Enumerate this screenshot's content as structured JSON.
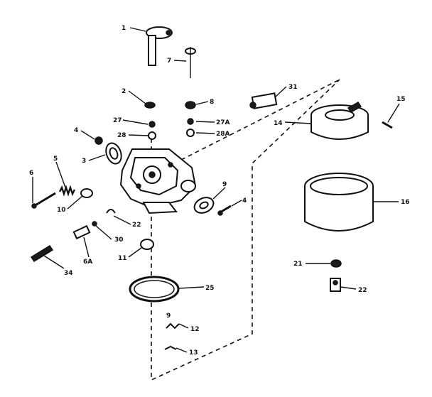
{
  "callouts": {
    "c1": "1",
    "c2": "2",
    "c3": "3",
    "c4a": "4",
    "c4b": "4",
    "c5": "5",
    "c6": "6",
    "c6a": "6A",
    "c7": "7",
    "c8": "8",
    "c9a": "9",
    "c9b": "9",
    "c10": "10",
    "c11": "11",
    "c12": "12",
    "c13": "13",
    "c14": "14",
    "c15": "15",
    "c16": "16",
    "c21": "21",
    "c22a": "22",
    "c22b": "22",
    "c25": "25",
    "c27": "27",
    "c27a": "27A",
    "c28": "28",
    "c28a": "28A",
    "c30": "30",
    "c31": "31",
    "c34": "34"
  }
}
